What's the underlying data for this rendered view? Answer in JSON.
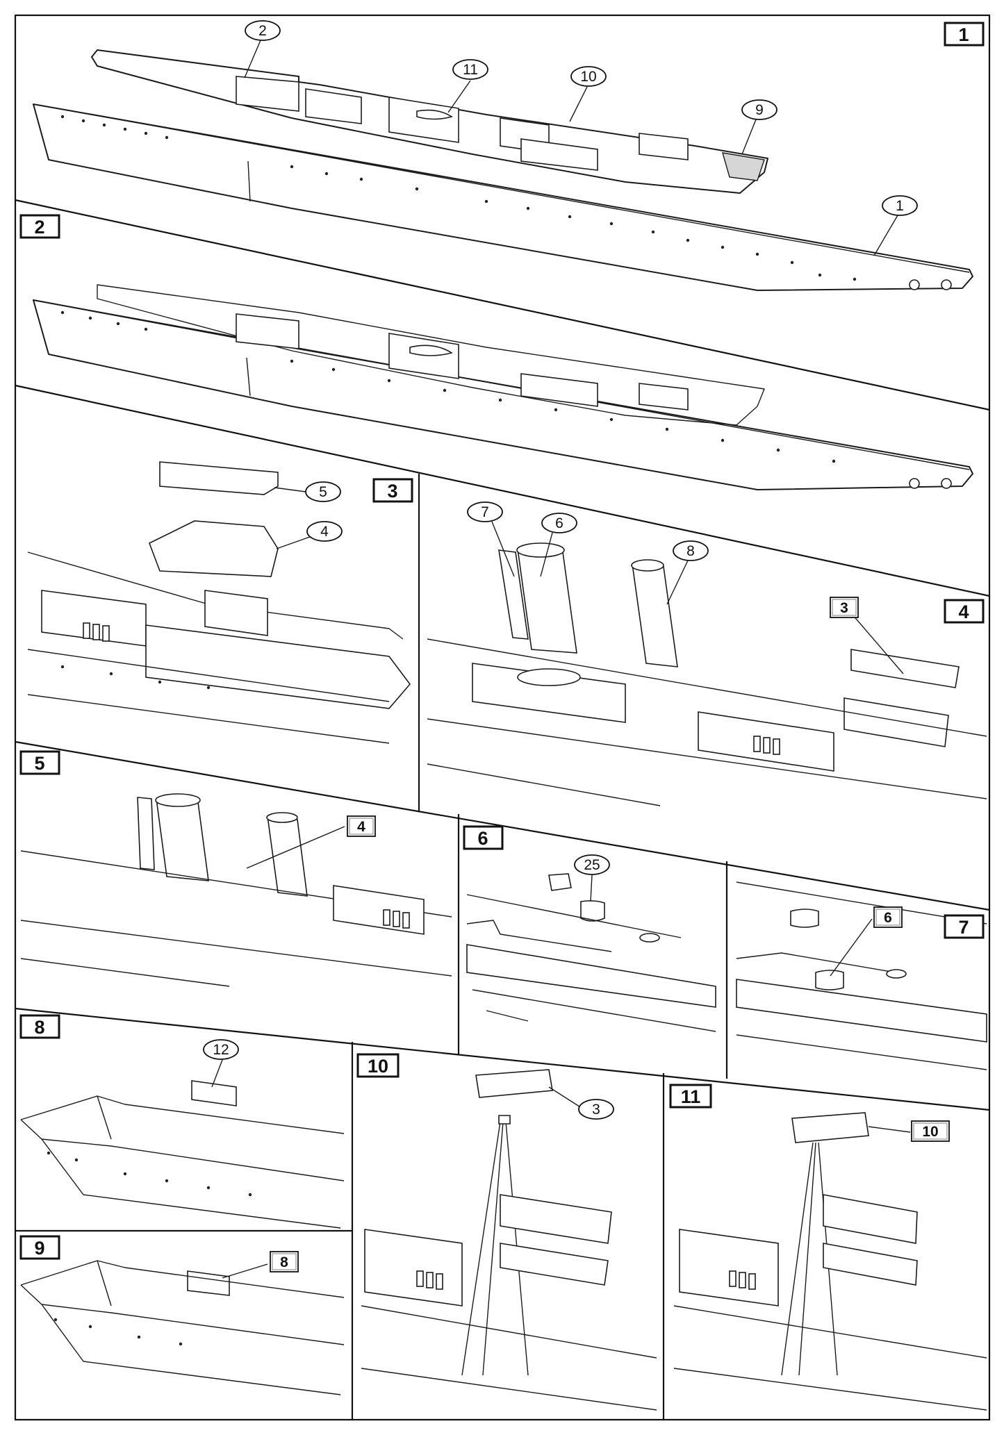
{
  "steps": [
    {
      "number": "1",
      "parts": [
        {
          "label": "2",
          "ref": false
        },
        {
          "label": "11",
          "ref": false
        },
        {
          "label": "10",
          "ref": false
        },
        {
          "label": "9",
          "ref": false
        },
        {
          "label": "1",
          "ref": false
        }
      ]
    },
    {
      "number": "2",
      "parts": []
    },
    {
      "number": "3",
      "parts": [
        {
          "label": "5",
          "ref": false
        },
        {
          "label": "4",
          "ref": false
        }
      ]
    },
    {
      "number": "4",
      "parts": [
        {
          "label": "7",
          "ref": false
        },
        {
          "label": "6",
          "ref": false
        },
        {
          "label": "8",
          "ref": false
        },
        {
          "label": "3",
          "ref": true
        }
      ]
    },
    {
      "number": "5",
      "parts": [
        {
          "label": "4",
          "ref": true
        }
      ]
    },
    {
      "number": "6",
      "parts": [
        {
          "label": "25",
          "ref": false
        }
      ]
    },
    {
      "number": "7",
      "parts": [
        {
          "label": "6",
          "ref": true
        }
      ]
    },
    {
      "number": "8",
      "parts": [
        {
          "label": "12",
          "ref": false
        }
      ]
    },
    {
      "number": "9",
      "parts": [
        {
          "label": "8",
          "ref": true
        }
      ]
    },
    {
      "number": "10",
      "parts": [
        {
          "label": "3",
          "ref": false
        }
      ]
    },
    {
      "number": "11",
      "parts": [
        {
          "label": "10",
          "ref": true
        }
      ]
    }
  ]
}
